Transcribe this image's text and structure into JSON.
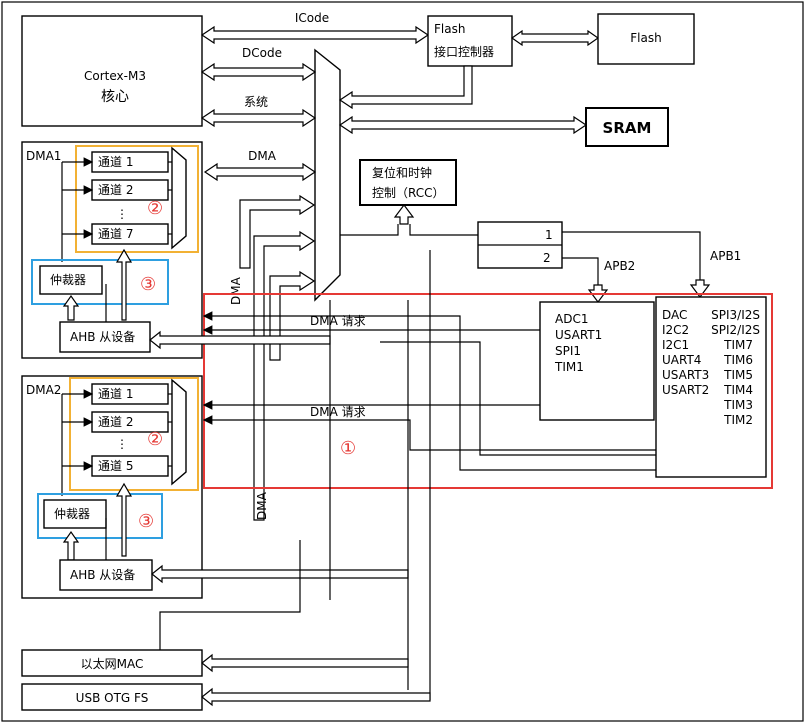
{
  "blocks": {
    "cortex_line1": "Cortex-M3",
    "cortex_line2": "核心",
    "flash_if_line1": "Flash",
    "flash_if_line2": "接口控制器",
    "flash": "Flash",
    "sram": "SRAM",
    "rcc_line1": "复位和时钟",
    "rcc_line2": "控制（RCC）",
    "ethernet": "以太网MAC",
    "usb": "USB OTG FS"
  },
  "buses": {
    "icode": "ICode",
    "dcode": "DCode",
    "system": "系统",
    "dma": "DMA",
    "dma_vertical": "DMA",
    "dma_vertical2": "DMA",
    "dma_request1": "DMA 请求",
    "dma_request2": "DMA 请求",
    "bridge1": "1",
    "bridge2": "2",
    "apb1": "APB1",
    "apb2": "APB2"
  },
  "dma1": {
    "title": "DMA1",
    "channels": [
      "通道 1",
      "通道 2",
      "通道 7"
    ],
    "dots": "⋮",
    "arbiter": "仲裁器",
    "ahb_slave": "AHB 从设备"
  },
  "dma2": {
    "title": "DMA2",
    "channels": [
      "通道 1",
      "通道 2",
      "通道 5"
    ],
    "dots": "⋮",
    "arbiter": "仲裁器",
    "ahb_slave": "AHB 从设备"
  },
  "apb2_peripherals": [
    "ADC1",
    "USART1",
    "SPI1",
    "TIM1"
  ],
  "apb1_peripherals_left": [
    "DAC",
    "I2C2",
    "I2C1",
    "UART4",
    "USART3",
    "USART2"
  ],
  "apb1_peripherals_right": [
    "SPI3/I2S",
    "SPI2/I2S",
    "TIM7",
    "TIM6",
    "TIM5",
    "TIM4",
    "TIM3",
    "TIM2"
  ],
  "markers": {
    "m1": "①",
    "m2a": "②",
    "m2b": "②",
    "m3a": "③",
    "m3b": "③"
  },
  "colors": {
    "red_frame": "#e53935",
    "yellow_frame": "#f2b134",
    "blue_frame": "#2e9fe0"
  }
}
